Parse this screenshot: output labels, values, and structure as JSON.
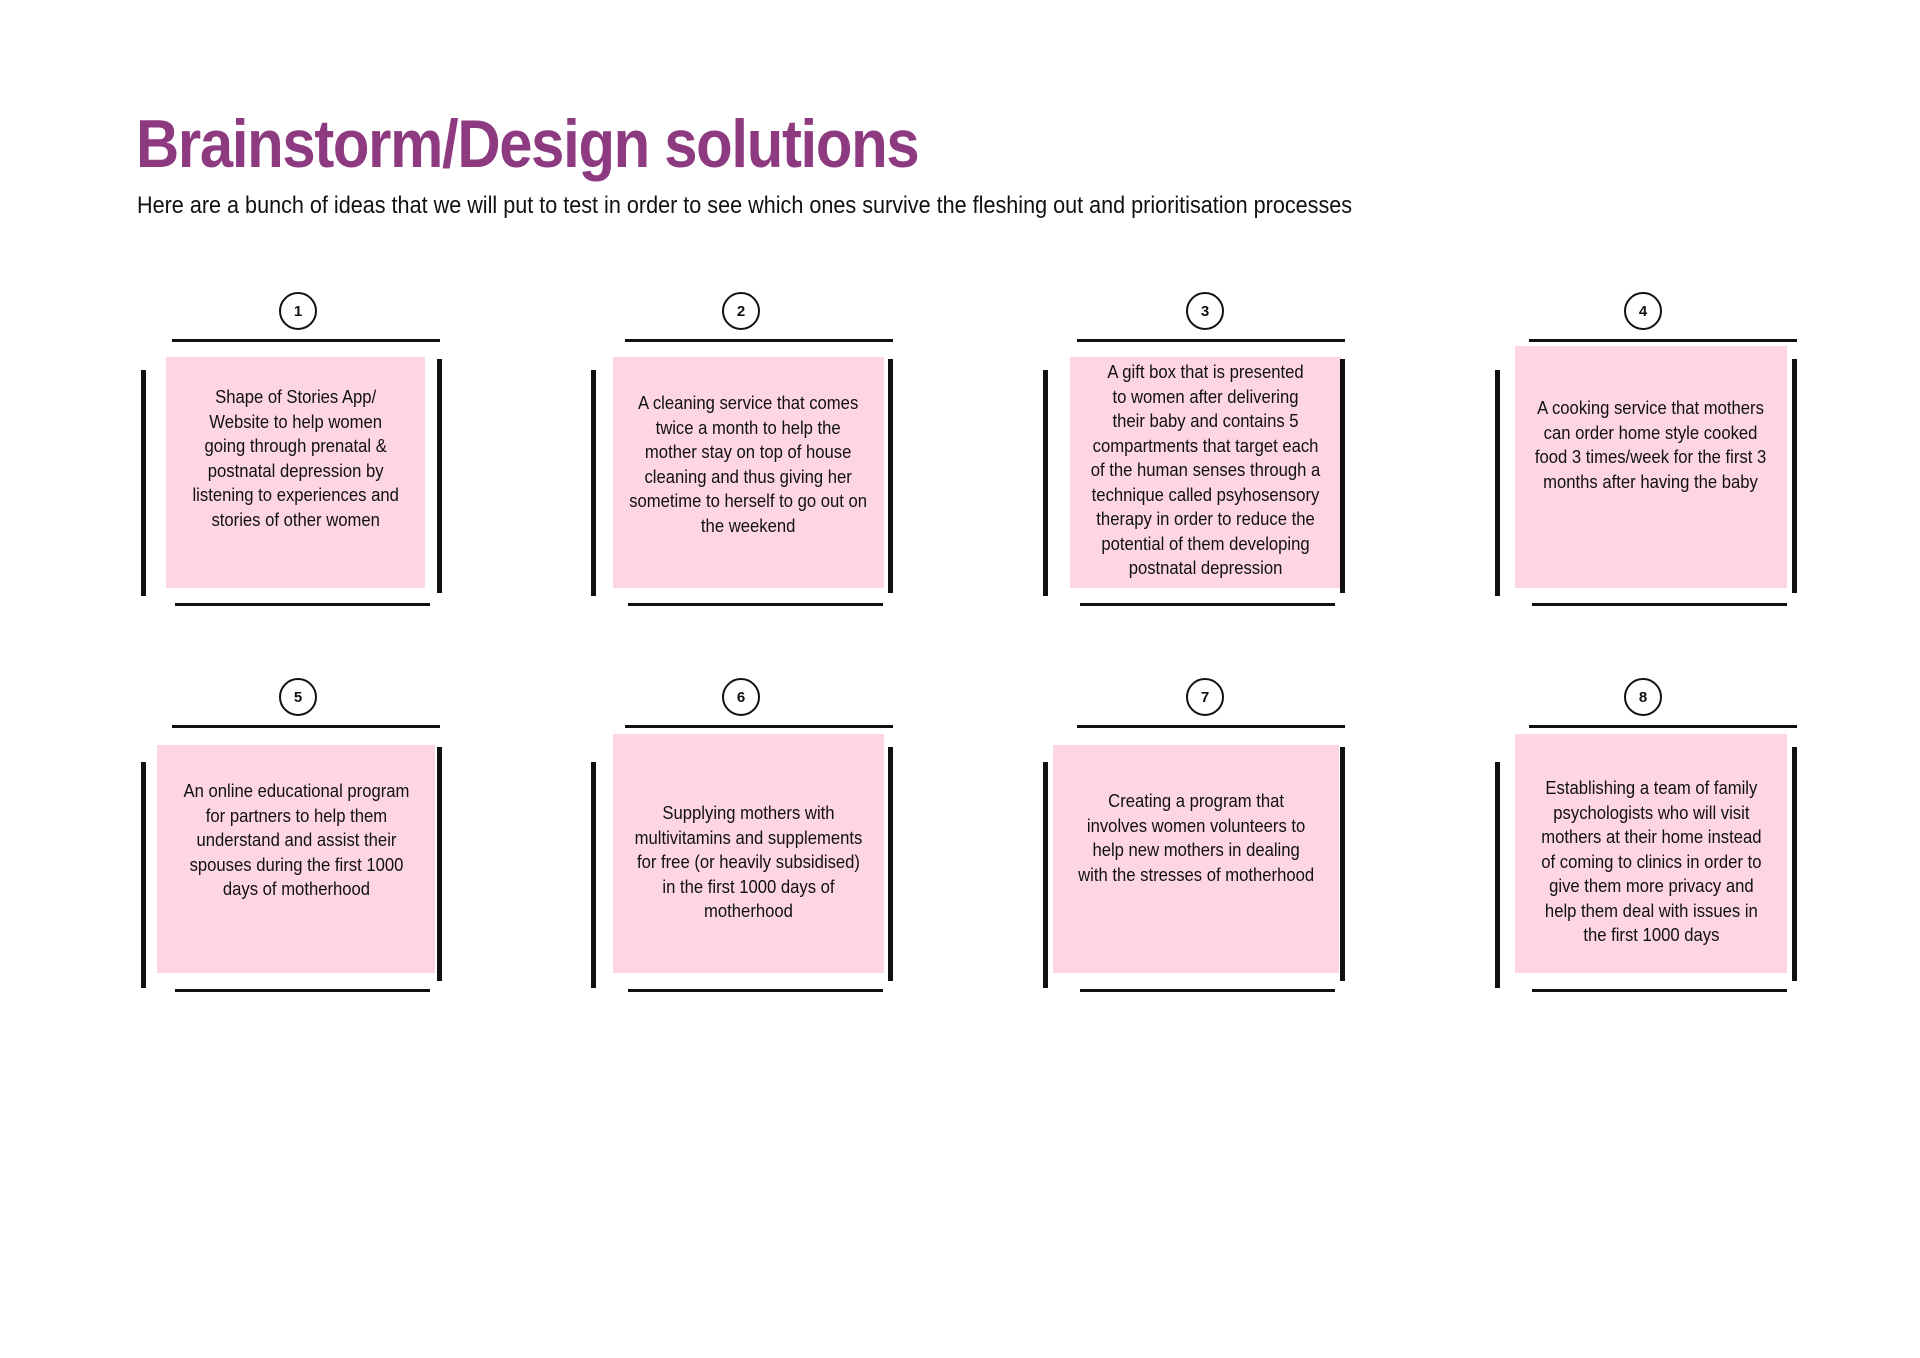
{
  "header": {
    "title": "Brainstorm/Design solutions",
    "subtitle": "Here are a bunch of ideas that we will put to test in order to see which ones survive the fleshing out and prioritisation processes"
  },
  "colors": {
    "title": "#8e3a80",
    "note": "#fdd5e3",
    "frame": "#111111"
  },
  "ideas": [
    {
      "number": "1",
      "text": "Shape of Stories App/\nWebsite to help women\ngoing through prenatal &\npostnatal depression by\nlistening to experiences and\nstories of other women"
    },
    {
      "number": "2",
      "text": "A cleaning service that comes\ntwice a month to help the\nmother stay on top of house\ncleaning and thus giving her\nsometime to herself to go out on\nthe weekend"
    },
    {
      "number": "3",
      "text": "A gift box that is presented\nto women after delivering\ntheir baby and contains 5\ncompartments that target each\nof the human senses through a\ntechnique called psyhosensory\ntherapy in order to reduce the\npotential of them developing\npostnatal depression"
    },
    {
      "number": "4",
      "text": "A cooking service that mothers\ncan order home style cooked\nfood 3 times/week for the first 3\nmonths after having the baby"
    },
    {
      "number": "5",
      "text": "An online educational program\nfor partners to help them\nunderstand and assist their\nspouses during the first 1000\ndays of motherhood"
    },
    {
      "number": "6",
      "text": "Supplying mothers with\nmultivitamins and supplements\nfor free (or heavily subsidised)\nin the first 1000 days of\nmotherhood"
    },
    {
      "number": "7",
      "text": "Creating a program that\ninvolves women volunteers to\nhelp new mothers in dealing\nwith the stresses of motherhood"
    },
    {
      "number": "8",
      "text": "Establishing a team of family\npsychologists who will visit\nmothers at their home instead\nof coming to clinics in order to\ngive them more privacy and\nhelp them deal with issues in\nthe first 1000 days"
    }
  ]
}
